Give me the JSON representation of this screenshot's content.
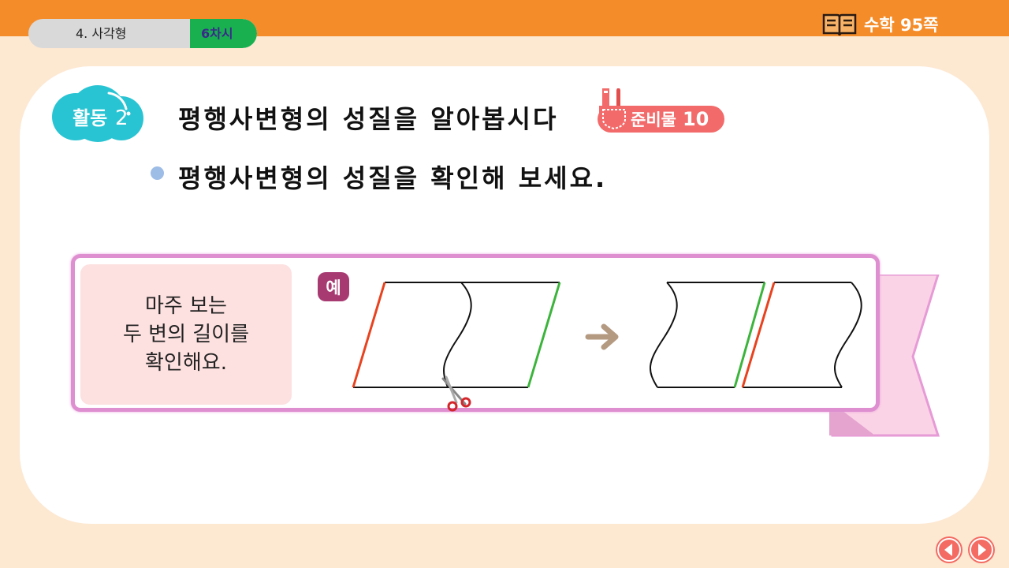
{
  "header": {
    "unit": "4.  사각형",
    "lesson": "6차시",
    "book_ref": "수학  95쪽",
    "book_icon": "open-book-icon"
  },
  "activity": {
    "badge_label": "활동",
    "badge_number": "2",
    "title": "평행사변형의 성질을 알아봅시다",
    "materials_label": "준비물",
    "materials_number": "10",
    "materials_icon": "pencil-pocket-icon"
  },
  "task": {
    "instruction": "평행사변형의 성질을 확인해 보세요."
  },
  "example": {
    "note_lines": [
      "마주 보는",
      "두 변의 길이를",
      "확인해요."
    ],
    "badge": "예",
    "arrow_icon": "right-arrow-icon",
    "scissors_icon": "scissors-icon"
  },
  "nav": {
    "prev_icon": "prev-arrow-icon",
    "next_icon": "next-arrow-icon"
  },
  "colors": {
    "topbar": "#f58c2a",
    "lesson_pill": "#19b050",
    "badge": "#29c4d3",
    "materials": "#f26a6a",
    "frame": "#de8fd0",
    "red_side": "#e8421e",
    "green_side": "#3cb43c"
  }
}
